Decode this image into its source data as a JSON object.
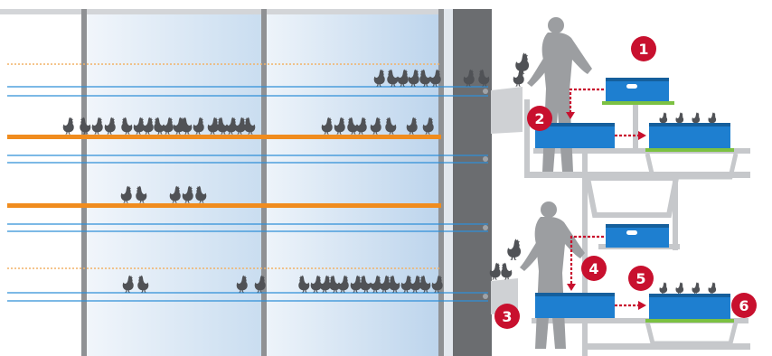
{
  "colors": {
    "hen": "#505256",
    "person": "#9c9ea1",
    "steel": "#c6c8cb",
    "crate_blue": "#1e7fd0",
    "crate_dark": "#155f9c",
    "tray_green": "#7cc142",
    "perch_orange": "#f08c1e",
    "perch_dotted": "#f2b266",
    "wire_blue": "#2f8fd8",
    "badge_red": "#c8102e",
    "arrow_red": "#c8102e",
    "wall_gray": "#6b6d70"
  },
  "icons": {
    "hen": "hen-silhouette-icon",
    "person": "worker-silhouette-icon",
    "arrow": "dashed-arrow-icon"
  },
  "steps": [
    {
      "number": "1"
    },
    {
      "number": "2"
    },
    {
      "number": "3"
    },
    {
      "number": "4"
    },
    {
      "number": "5"
    },
    {
      "number": "6"
    }
  ]
}
